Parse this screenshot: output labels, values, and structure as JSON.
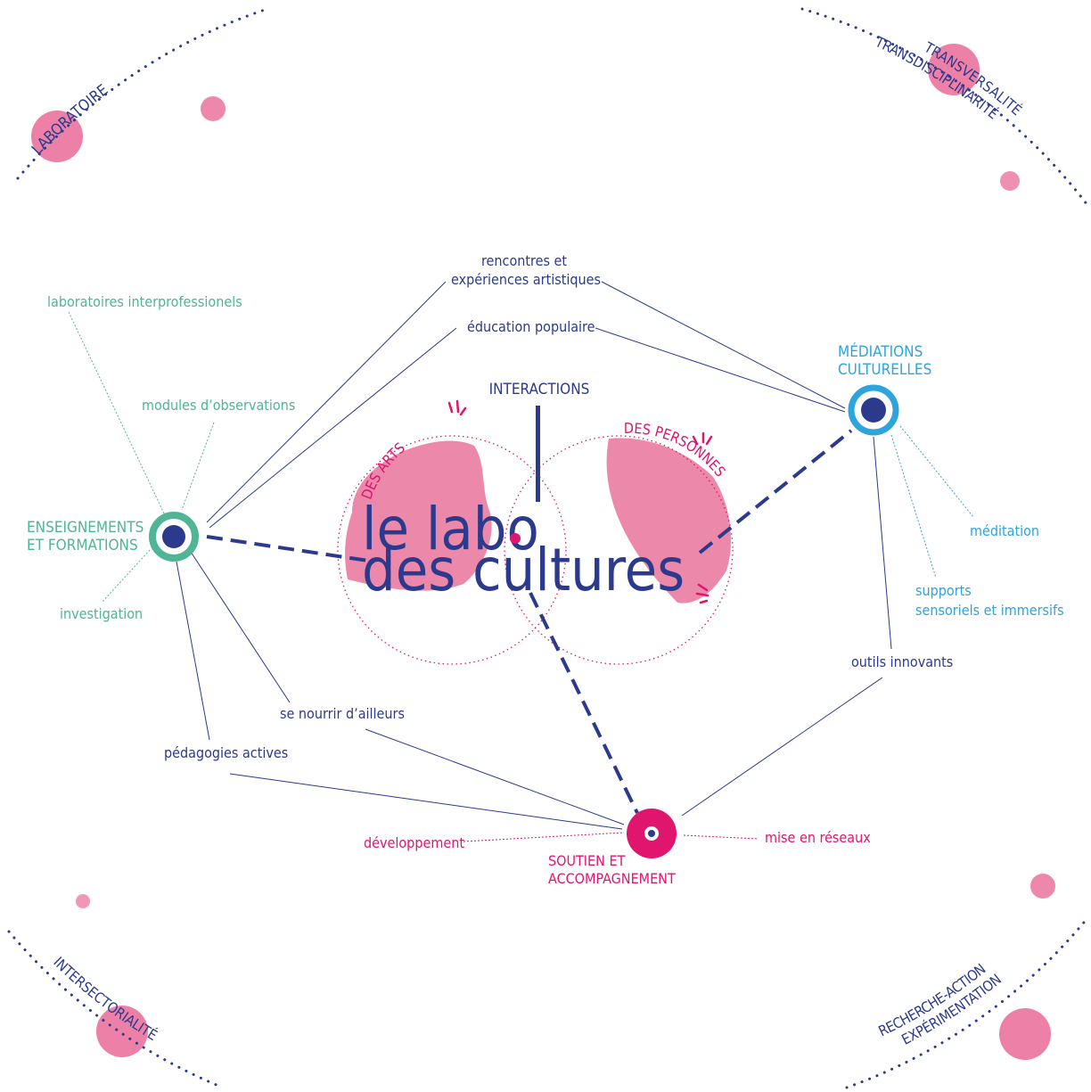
{
  "corners": {
    "top_left": "LABORATOIRE",
    "top_right_1": "TRANSVERSALITÉ",
    "top_right_2": "TRANSDISCIPLINARITÉ",
    "bottom_left": "INTERSECTORIALITÉ",
    "bottom_right_1": "RECHERCHE-ACTION",
    "bottom_right_2": "EXPÉRIMENTATION"
  },
  "center": {
    "title_line1": "le labo",
    "title_line2": "des cultures",
    "interactions": "INTERACTIONS",
    "des_arts": "DES ARTS",
    "des_personnes": "DES PERSONNES"
  },
  "nodes": {
    "enseignements": {
      "line1": "ENSEIGNEMENTS",
      "line2": "ET FORMATIONS",
      "children": {
        "labs": "laboratoires interprofessionels",
        "modules": "modules d’observations",
        "investigation": "investigation"
      }
    },
    "mediations": {
      "line1": "MÉDIATIONS",
      "line2": "CULTURELLES",
      "children": {
        "meditation": "méditation",
        "supports_1": "supports",
        "supports_2": "sensoriels et immersifs"
      }
    },
    "soutien": {
      "line1": "SOUTIEN ET",
      "line2": "ACCOMPAGNEMENT",
      "children": {
        "developpement": "développement",
        "reseaux": "mise en réseaux"
      }
    }
  },
  "links": {
    "rencontres_1": "rencontres et",
    "rencontres_2": "expériences artistiques",
    "education": "éducation populaire",
    "se_nourrir": "se nourrir d’ailleurs",
    "pedagogies": "pédagogies actives",
    "outils": "outils innovants"
  },
  "colors": {
    "navy": "#2b3a8c",
    "teal": "#4eb596",
    "cyan": "#2ea4dc",
    "magenta": "#e0156d",
    "pink_blob": "#e9739b"
  }
}
